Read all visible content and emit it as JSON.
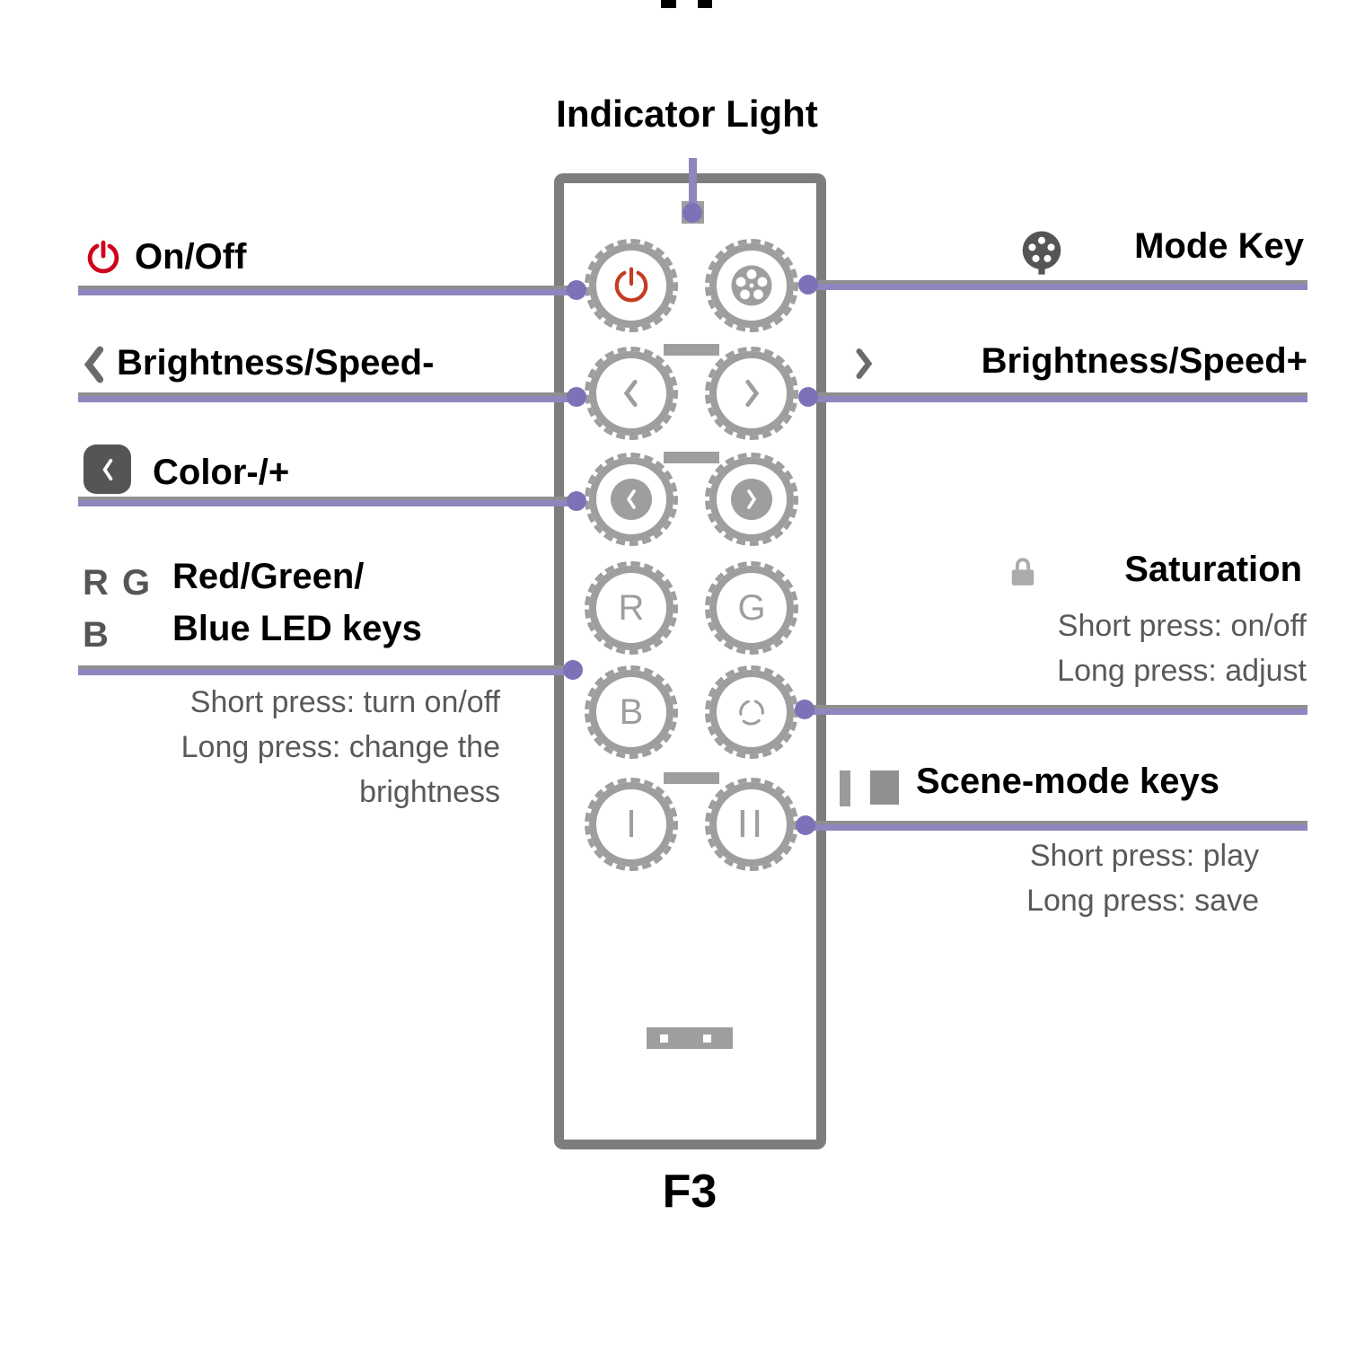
{
  "colors": {
    "accent_purple": "#8e86be",
    "dot_purple": "#7d72b8",
    "leader_gray": "#8f8f8f",
    "remote_gray": "#7d7d7d",
    "button_gray": "#9e9e9e",
    "power_red": "#c43c23",
    "note_gray": "#595959",
    "label_black": "#000000"
  },
  "indicator": {
    "label": "Indicator Light"
  },
  "model": {
    "label": "F3"
  },
  "callouts_left": {
    "on_off": {
      "label": "On/Off",
      "icon": "power-icon"
    },
    "brightness_minus": {
      "label": "Brightness/Speed-",
      "icon": "chevron-left-icon"
    },
    "color": {
      "label": "Color-/+",
      "icon": "color-key-icon"
    },
    "led_keys": {
      "label_line1": "Red/Green/",
      "label_line2": "Blue LED keys",
      "icon_r": "R",
      "icon_g": "G",
      "icon_b": "B",
      "note_line1": "Short press: turn on/off",
      "note_line2": "Long press: change the",
      "note_line3": "brightness"
    }
  },
  "callouts_right": {
    "mode": {
      "label": "Mode Key",
      "icon": "mode-reel-icon"
    },
    "brightness_plus": {
      "label": "Brightness/Speed+",
      "icon": "chevron-right-icon"
    },
    "saturation": {
      "label": "Saturation",
      "icon": "lock-icon",
      "note_line1": "Short press: on/off",
      "note_line2": "Long press: adjust"
    },
    "scene": {
      "label": "Scene-mode keys",
      "icon": "scene-keys-icon",
      "note_line1": "Short press: play",
      "note_line2": "Long press: save"
    }
  },
  "remote": {
    "buttons": {
      "power": "power",
      "mode": "mode",
      "r": "R",
      "g": "G",
      "b": "B",
      "scene1": "I",
      "scene2": "II"
    }
  }
}
